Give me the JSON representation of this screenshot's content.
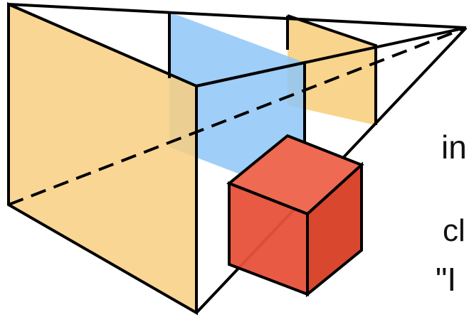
{
  "colors": {
    "near_plane": "#f8cf80",
    "mid_plane": "#8ec5f7",
    "far_plane": "#f8cf80",
    "cube_front": "#e8513a",
    "cube_top": "#ee6a52",
    "cube_side": "#d9472f",
    "line": "#000000"
  },
  "text": {
    "line1": "in",
    "line2": "cl",
    "line3": "\"I"
  }
}
